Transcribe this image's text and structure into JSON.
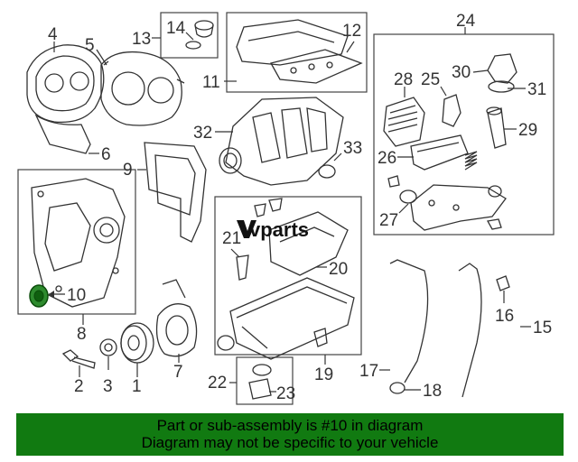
{
  "watermark": "vparts",
  "banner": {
    "line1": "Part or sub-assembly is #10 in diagram",
    "line2": "Diagram may not be specific to your vehicle"
  },
  "highlight_color": "#117a11",
  "callouts": {
    "c1": "1",
    "c2": "2",
    "c3": "3",
    "c4": "4",
    "c5": "5",
    "c6": "6",
    "c7": "7",
    "c8": "8",
    "c9": "9",
    "c10": "10",
    "c11": "11",
    "c12": "12",
    "c13": "13",
    "c14": "14",
    "c15": "15",
    "c16": "16",
    "c17": "17",
    "c18": "18",
    "c19": "19",
    "c20": "20",
    "c21": "21",
    "c22": "22",
    "c23": "23",
    "c24": "24",
    "c25": "25",
    "c26": "26",
    "c27": "27",
    "c28": "28",
    "c29": "29",
    "c30": "30",
    "c31": "31",
    "c32": "32",
    "c33": "33"
  }
}
